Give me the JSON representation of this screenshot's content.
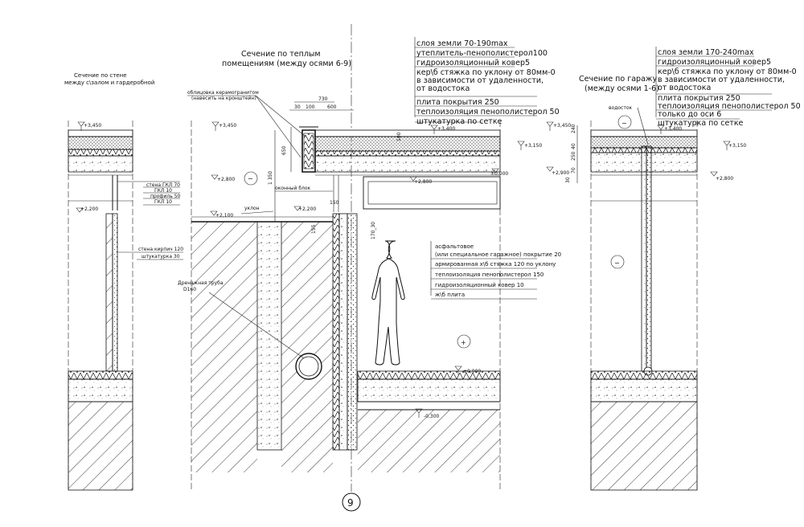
{
  "titles": {
    "left_1": "Сечение по стене",
    "left_2": "между с\\залом и гардеробной",
    "center_1": "Сечение по теплым",
    "center_2": "помещениям (между осями 6-9)",
    "right_1": "Сечение по гаражу",
    "right_2": "(между осями 1-6)"
  },
  "roof_table_center": [
    "слоя земли 70-190max",
    "утеплитель-пенополистерол100",
    "гидроизоляционный ковер5",
    "кер\\б стяжка по уклону от 80мм-0",
    "в зависимости от удаленности,",
    "от водостока",
    "плита покрытия 250",
    "теплоизоляция пенополистерол 50",
    "штукатурка по сетке"
  ],
  "roof_table_right": [
    "слоя земли 170-240max",
    "гидроизоляционный ковер5",
    "кер\\б стяжка по уклону от 80мм-0",
    "в зависимости от удаленности,",
    "от водостока",
    "плита покрытия 250",
    "теплоизоляция пенополистерол 50",
    "только до оси 6",
    "штукатурка по сетке"
  ],
  "floor_table": [
    "асфальтовое",
    "(или специальное гаражное) покрытие 20",
    "армированная х\\б стяжка 120 по уклону",
    "теплоизоляция пенополистерол 150",
    "гидроизоляционный ковер 10",
    "ж\\б плита"
  ],
  "wall_left_labels": [
    "стена ГКЛ 70",
    "ГКЛ 10",
    "профиль 50",
    "ГКЛ 10"
  ],
  "wall_brick_labels": [
    "стена кирпич 120",
    "штукатурка 30"
  ],
  "notes": {
    "cladding_1": "облицовка керамогранитом",
    "cladding_2": "(навесить на кронштейн)",
    "window_block": "оконный блок",
    "slope": "уклон",
    "drain_pipe_1": "Дренажная труба",
    "drain_pipe_2": "D160",
    "downpipe": "водосток"
  },
  "levels": {
    "l_3450_a": "+3,450",
    "l_3400_a": "+3,400",
    "l_3450_b": "+3,450",
    "l_3150_a": "+3,150",
    "l_3400_b": "+3,400",
    "l_3150_b": "+3,150",
    "l_2800_a": "+2,800",
    "l_2800_b": "+2,800",
    "l_2900": "+2,900",
    "l_2800_c": "+2,800",
    "l_2200_a": "+2,200",
    "l_2100": "+2,100",
    "l_2200_b": "+2,200",
    "l_0000": "±0,000",
    "l_m0300": "-0,300"
  },
  "dims": {
    "d730": "730",
    "d30": "30",
    "d100": "100",
    "d600": "600",
    "d650": "650",
    "d1350": "1 350",
    "d150": "150",
    "d170_30": "170_30",
    "d155": "155",
    "d100b": "100",
    "d240": "240",
    "d250": "250",
    "d70": "70",
    "d40": "40",
    "d30b": "30"
  },
  "signs": {
    "minus_1": "−",
    "minus_2": "−",
    "minus_3": "−",
    "plus_1": "+"
  },
  "axis_label": "9"
}
